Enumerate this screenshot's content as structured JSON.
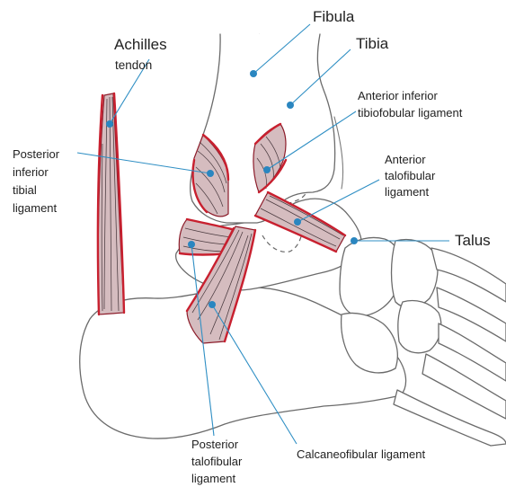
{
  "colors": {
    "ligament_fill": "#d5bcbf",
    "ligament_edge": "#c8202f",
    "leader_line": "#2f8fc4",
    "leader_dot": "#2a86c0",
    "bone_outline": "#6b6b6b"
  },
  "labels": {
    "fibula": "Fibula",
    "tibia": "Tibia",
    "achilles_line1": "Achilles",
    "achilles_line2": "tendon",
    "aitf_line1": "Anterior inferior",
    "aitf_line2": "tibiofobular ligament",
    "posterior_inferior_tibial_line1": "Posterior",
    "posterior_inferior_tibial_line2": "inferior",
    "posterior_inferior_tibial_line3": "tibial",
    "posterior_inferior_tibial_line4": "ligament",
    "atf_line1": "Anterior",
    "atf_line2": "talofibular",
    "atf_line3": "ligament",
    "talus": "Talus",
    "ptf_line1": "Posterior",
    "ptf_line2": "talofibular",
    "ptf_line3": "ligament",
    "calcaneofibular": "Calcaneofibular ligament"
  }
}
